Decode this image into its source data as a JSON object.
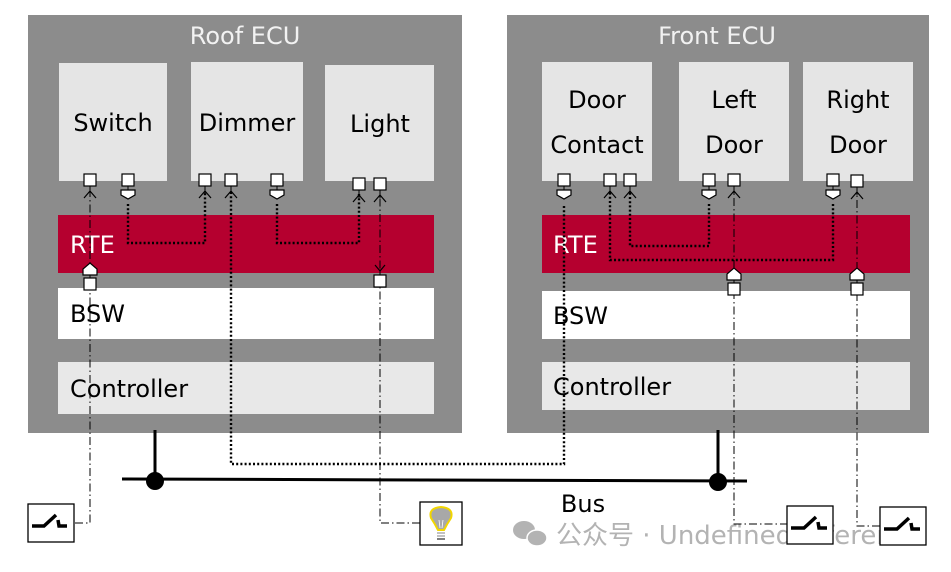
{
  "colors": {
    "ecu_bg": "#8c8c8c",
    "swc_bg": "#e5e5e5",
    "rte": "#b5002f",
    "bsw": "#ffffff",
    "controller": "#e8e8e8",
    "bulb": "#f2d600"
  },
  "roof_ecu": {
    "title": "Roof ECU",
    "components": [
      {
        "name": "Switch"
      },
      {
        "name": "Dimmer"
      },
      {
        "name": "Light"
      }
    ],
    "rte": "RTE",
    "bsw": "BSW",
    "controller": "Controller"
  },
  "front_ecu": {
    "title": "Front ECU",
    "components": [
      {
        "line1": "Door",
        "line2": "Contact"
      },
      {
        "line1": "Left",
        "line2": "Door"
      },
      {
        "line1": "Right",
        "line2": "Door"
      }
    ],
    "rte": "RTE",
    "bsw": "BSW",
    "controller": "Controller"
  },
  "bus": {
    "label": "Bus"
  },
  "devices": {
    "roof_switch": "switch-icon",
    "roof_light": "light-bulb-icon",
    "left_door_switch": "switch-icon",
    "right_door_switch": "switch-icon"
  },
  "watermark": {
    "text": "公众号 · UndefinedReference"
  }
}
